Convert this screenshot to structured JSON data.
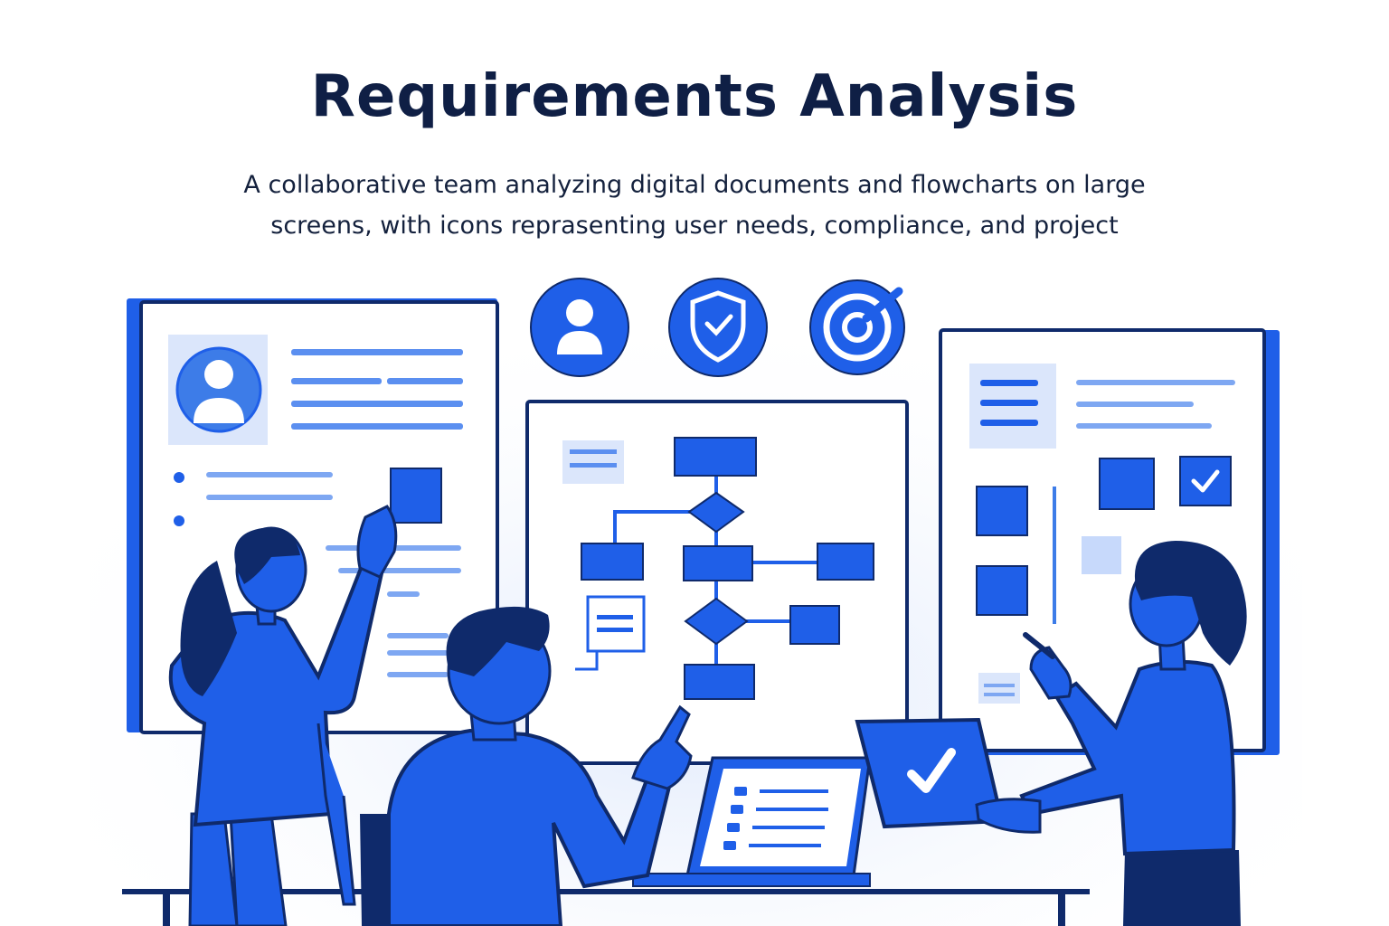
{
  "header": {
    "title": "Requirements Analysis",
    "subtitle_line1": "A collaborative team analyzing digital documents and flowcharts on large",
    "subtitle_line2": "screens, with icons reprasenting user needs, compliance, and project"
  },
  "icons": {
    "user_needs": "user-icon",
    "compliance": "shield-check-icon",
    "project_goal": "target-icon"
  },
  "colors": {
    "primary": "#1f5fe8",
    "dark": "#0f2a6b",
    "light": "#dbe6fb",
    "text": "#0f1f45"
  }
}
